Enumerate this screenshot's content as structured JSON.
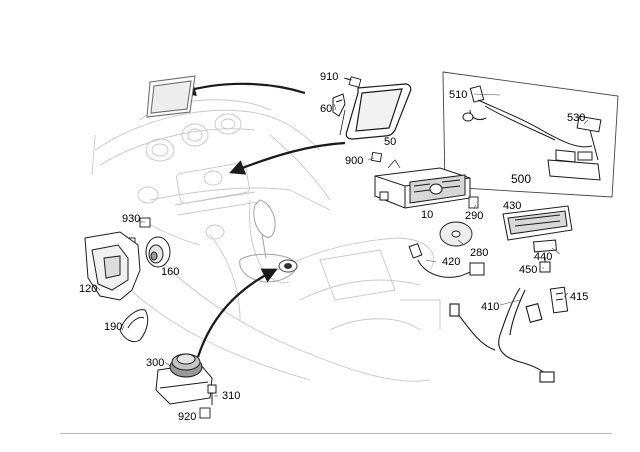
{
  "callouts": {
    "c910": "910",
    "c60": "60",
    "c50": "50",
    "c510": "510",
    "c530": "530",
    "c900": "900",
    "c500": "500",
    "c10": "10",
    "c290": "290",
    "c430": "430",
    "c280": "280",
    "c420": "420",
    "c440": "440",
    "c450": "450",
    "c415": "415",
    "c410": "410",
    "c930": "930",
    "c160": "160",
    "c120": "120",
    "c190": "190",
    "c300": "300",
    "c310": "310",
    "c920": "920"
  },
  "colors": {
    "ink": "#1a1a1a",
    "ghost": "#c8c8c8",
    "rule": "#b9b9b9"
  }
}
